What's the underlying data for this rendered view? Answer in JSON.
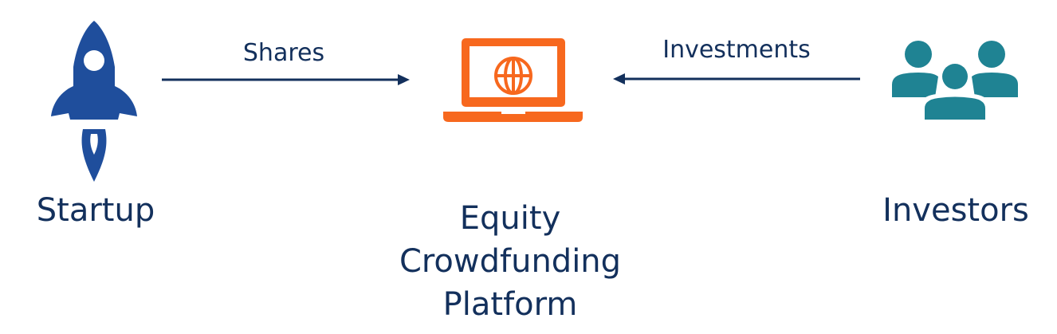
{
  "diagram": {
    "colors": {
      "text": "#13305c",
      "arrow": "#13305c",
      "rocket": "#1f4e9c",
      "laptop": "#f7681e",
      "investors": "#1f8393"
    },
    "nodes": {
      "startup": {
        "label": "Startup",
        "icon": "rocket-icon"
      },
      "platform": {
        "label_lines": [
          "Equity",
          "Crowdfunding",
          "Platform"
        ],
        "icon": "laptop-globe-icon"
      },
      "investors": {
        "label": "Investors",
        "icon": "people-group-icon"
      }
    },
    "edges": [
      {
        "from": "startup",
        "to": "platform",
        "label": "Shares",
        "direction": "right"
      },
      {
        "from": "investors",
        "to": "platform",
        "label": "Investments",
        "direction": "left"
      }
    ]
  }
}
